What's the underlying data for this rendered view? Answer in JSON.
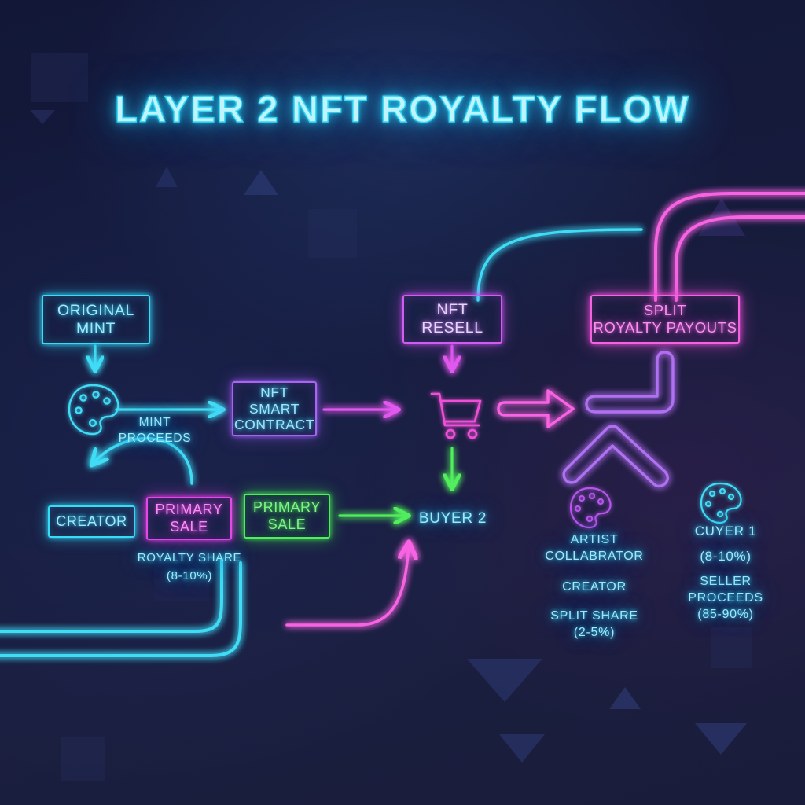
{
  "title": "LAYER 2 NFT ROYALTY FLOW",
  "colors": {
    "background": "#141938",
    "cyan": "#37dcf6",
    "magenta": "#e649e8",
    "purple": "#a964f0",
    "pink": "#f563e0",
    "green": "#4ef05a",
    "title_glow": "#31d6f2"
  },
  "nodes": [
    {
      "id": "original-mint",
      "label": "ORIGINAL\nMINT",
      "color": "cyan"
    },
    {
      "id": "nft-smart-contract",
      "label": "NFT\nSMART\nCONTRACT",
      "color": "purple"
    },
    {
      "id": "nft-resell",
      "label": "NFT\nRESELL",
      "color": "lav"
    },
    {
      "id": "split-royalty-payouts",
      "label": "SPLIT\nROYALTY PAYOUTS",
      "color": "pink"
    },
    {
      "id": "creator",
      "label": "CREATOR",
      "color": "cyan"
    },
    {
      "id": "primary-sale-magenta",
      "label": "PRIMARY\nSALE",
      "color": "magenta"
    },
    {
      "id": "primary-sale-green",
      "label": "PRIMARY\nSALE",
      "color": "green"
    }
  ],
  "labels": {
    "mint_proceeds": "MINT\nPROCEEDS",
    "royalty_share": "ROYALTY SHARE\n(8-10%)",
    "buyer_2": "BUYER 2",
    "artist_collaborator": "ARTIST\nCOLLABRATOR",
    "creator_split_title": "CREATOR",
    "creator_split_share": "SPLIT SHARE\n(2-5%)",
    "cuyer_1": "CUYER 1",
    "cuyer_1_pct": "(8-10%)",
    "seller_proceeds": "SELLER\nPROCEEDS\n(85-90%)"
  },
  "icons": [
    {
      "name": "palette-icon",
      "color": "cyan",
      "position": "mint"
    },
    {
      "name": "shopping-cart-icon",
      "color": "magenta",
      "position": "resale"
    },
    {
      "name": "palette-icon",
      "color": "purple",
      "position": "artist-collaborator"
    },
    {
      "name": "palette-icon",
      "color": "cyan",
      "position": "cuyer-1"
    }
  ],
  "connectors": [
    {
      "name": "mint-to-palette-arrow",
      "color": "cyan",
      "kind": "arrow-down"
    },
    {
      "name": "palette-to-contract-arrow",
      "color": "cyan",
      "kind": "arrow-right"
    },
    {
      "name": "mint-proceeds-curve-arrow",
      "color": "cyan",
      "kind": "arc-down-left"
    },
    {
      "name": "contract-to-cart-arrow",
      "color": "magenta",
      "kind": "arrow-right"
    },
    {
      "name": "cart-to-buyer-arrow",
      "color": "green",
      "kind": "arrow-down"
    },
    {
      "name": "resell-down-arrow",
      "color": "magenta",
      "kind": "arrow-down"
    },
    {
      "name": "cart-to-split-arrow",
      "color": "pink",
      "kind": "hollow-arrow-right"
    },
    {
      "name": "primary-sale-to-buyer-arrow",
      "color": "green",
      "kind": "arrow-right"
    },
    {
      "name": "royalty-feedback-pipes",
      "color": "cyan",
      "kind": "double-pipe"
    },
    {
      "name": "resell-return-curve",
      "color": "cyan",
      "kind": "curve"
    },
    {
      "name": "payout-return-pipes",
      "color": "pink",
      "kind": "double-pipe"
    },
    {
      "name": "split-branch-pipe",
      "color": "purple",
      "kind": "elbow-pipe"
    },
    {
      "name": "split-fork-pipe",
      "color": "purple",
      "kind": "fork-pipe"
    },
    {
      "name": "resale-feedback-arrow",
      "color": "pink",
      "kind": "curve-arrow-up"
    }
  ]
}
